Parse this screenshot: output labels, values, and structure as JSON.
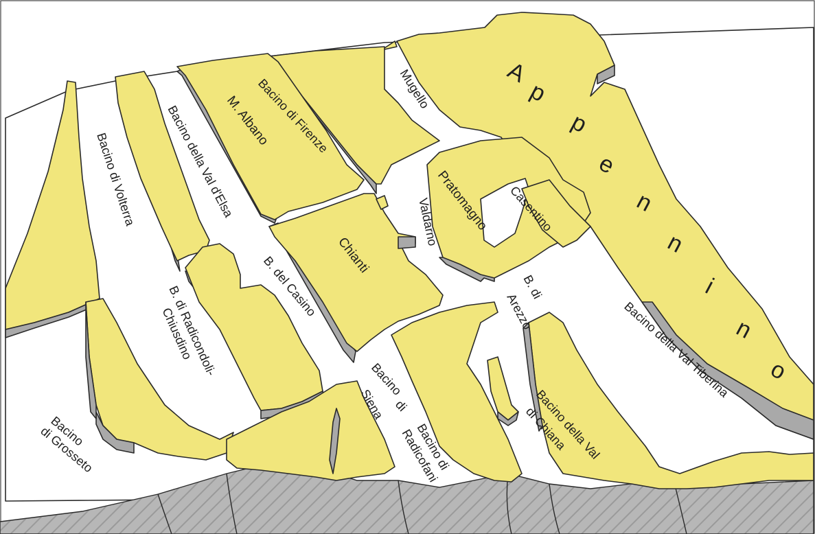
{
  "labels": {
    "volterra": "Bacino di Volterra",
    "val_elsa": "Bacino della Val d'Elsa",
    "albano": "M. Albano",
    "firenze": "Bacino di Firenze",
    "mugello": "Mugello",
    "appennino_letters": [
      "A",
      "p",
      "p",
      "e",
      "n",
      "n",
      "i",
      "n",
      "o"
    ],
    "pratomagno": "Pratomagno",
    "casentino": "Casentino",
    "valdarno": "Valdarno",
    "chianti": "Chianti",
    "casino": "B. del Casino",
    "radicondoli_1": "B. di Radicondoli-",
    "radicondoli_2": "Chiusdino",
    "arezzo_1": "B. di",
    "arezzo_2": "Arezzo",
    "siena_1": "Bacino",
    "siena_2": "di",
    "siena_3": "Siena",
    "radicofani_1": "Bacino di",
    "radicofani_2": "Radicofani",
    "chiana_1": "Bacino della Val",
    "chiana_2": "di Chiana",
    "tiberina": "Bacino della Val Tiberina",
    "grosseto_1": "Bacino",
    "grosseto_2": "di Grosseto"
  },
  "colors": {
    "ridge_top": "#f1e67c",
    "ridge_side": "#a9a9a9",
    "basin": "#ffffff",
    "substrate": "#b4b4b4"
  }
}
